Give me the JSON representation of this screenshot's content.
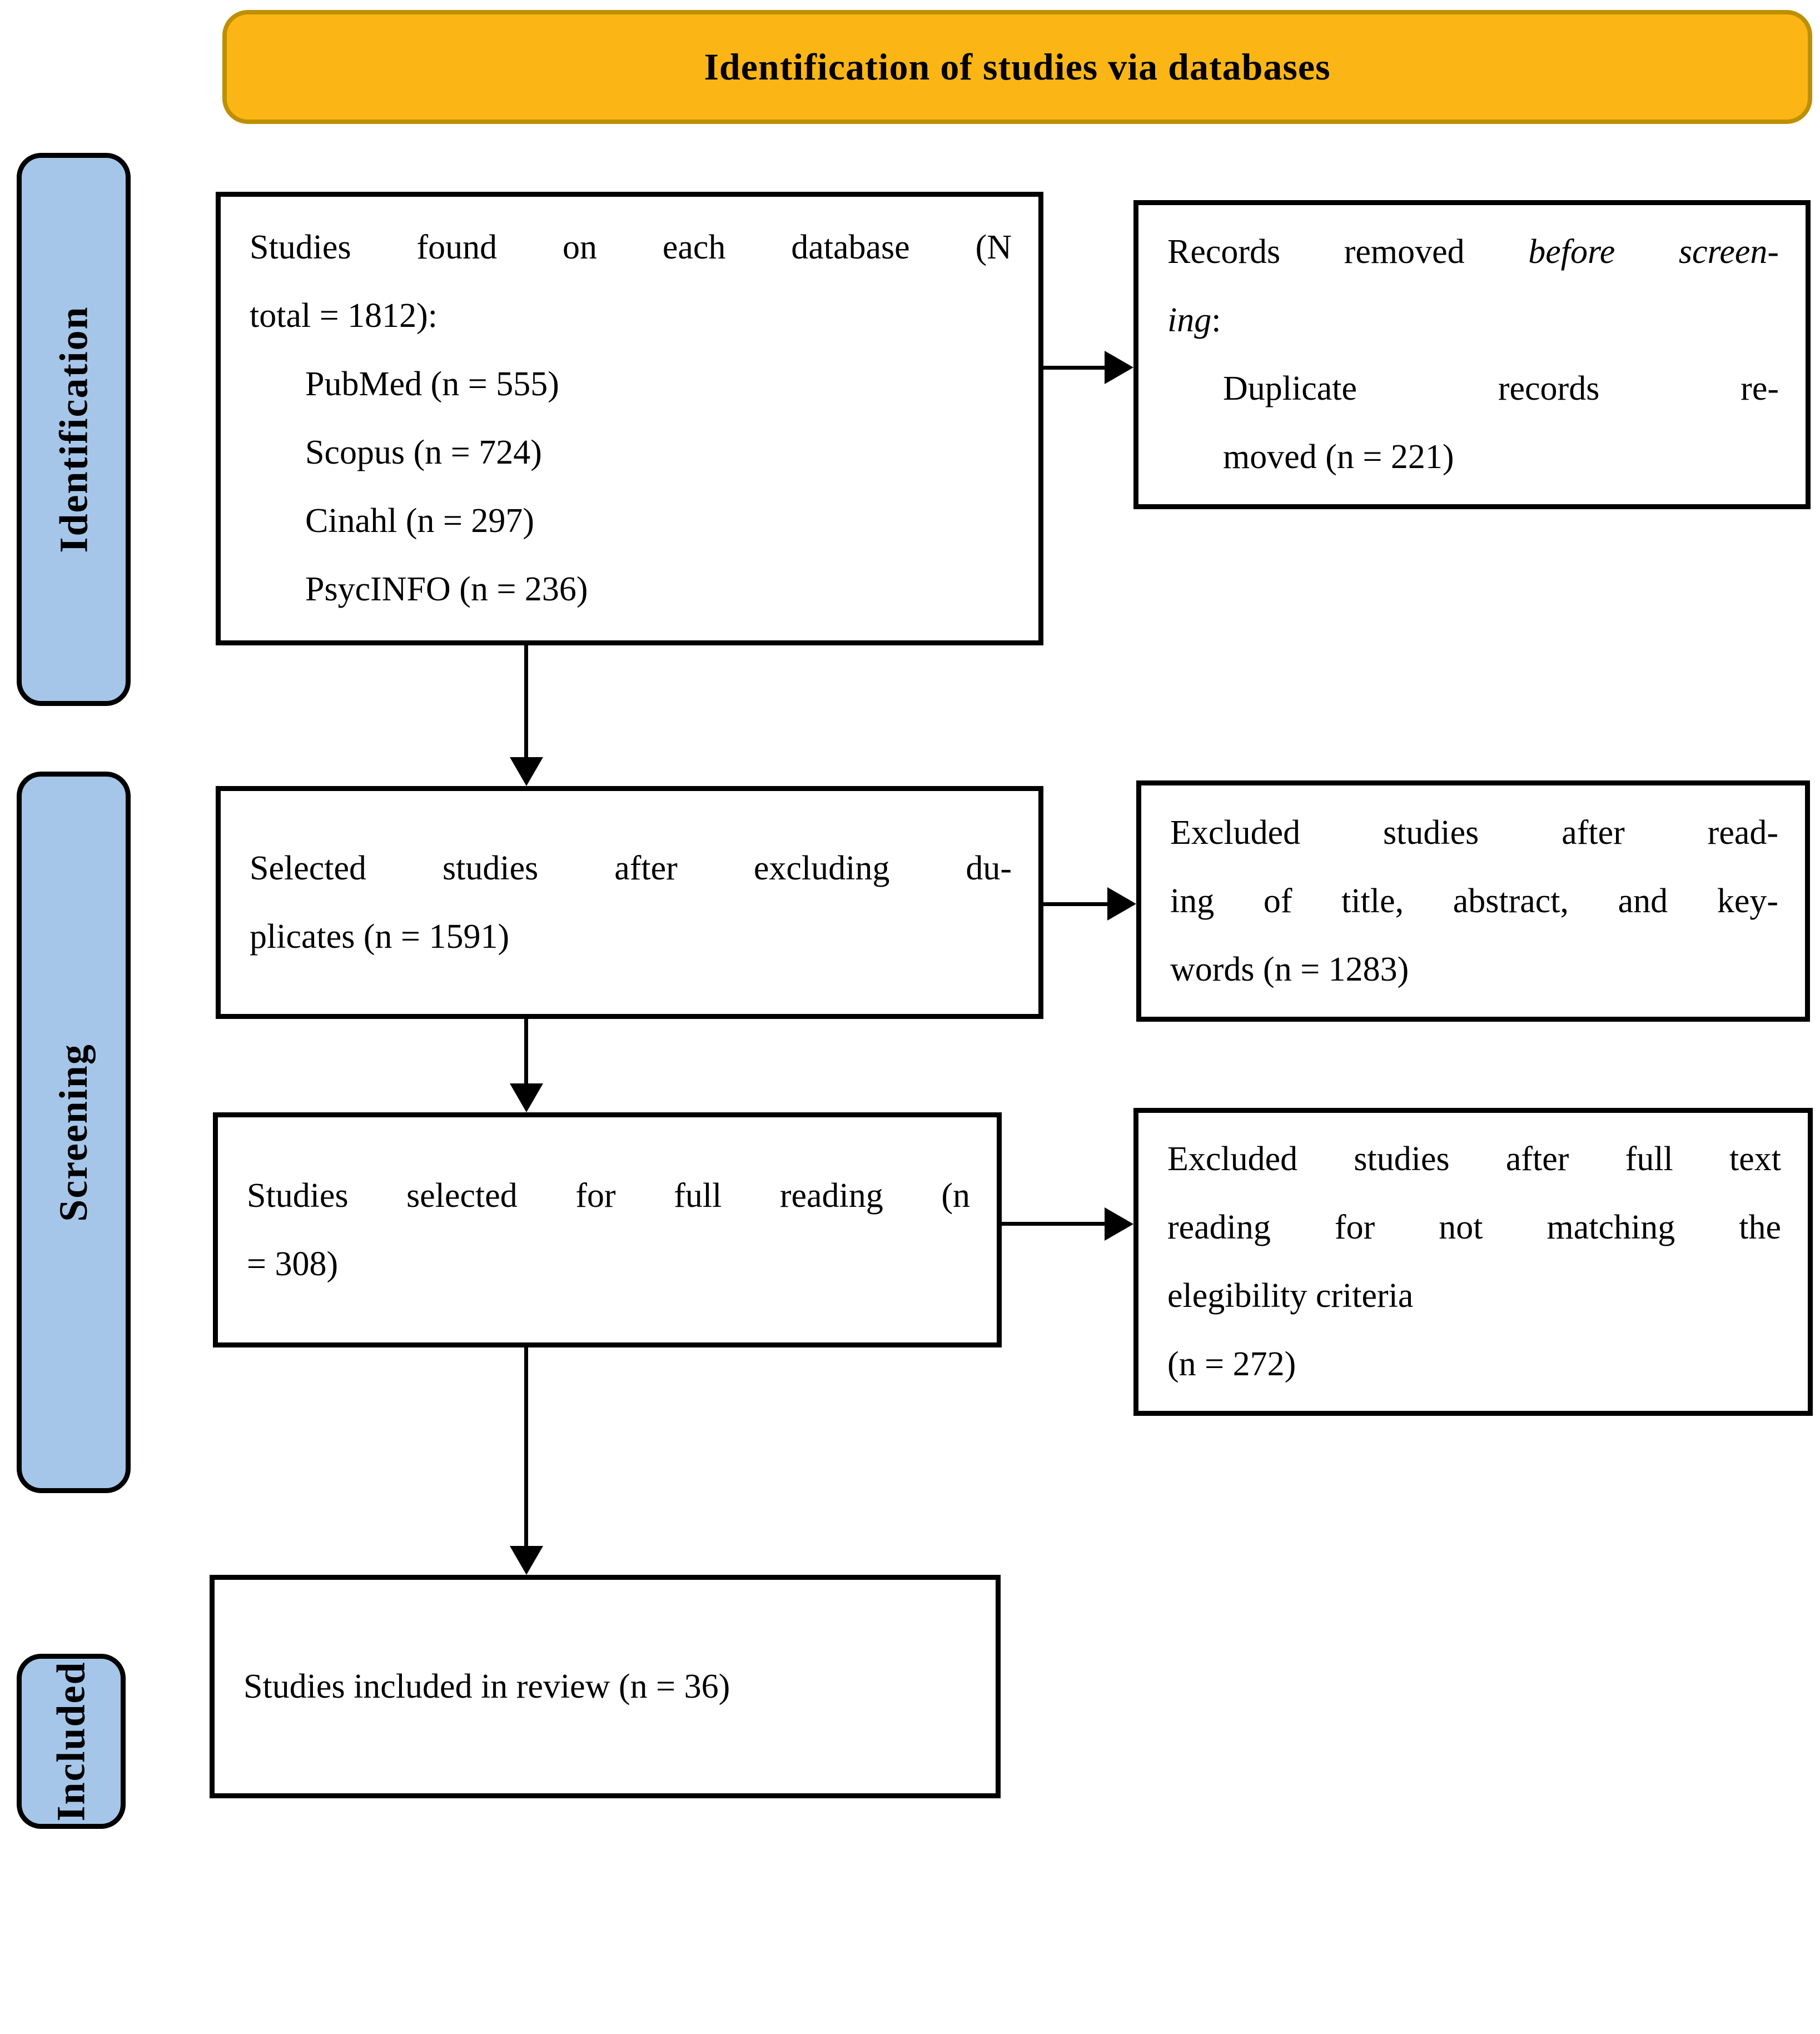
{
  "title": {
    "text": "Identification of studies via databases"
  },
  "stages": [
    {
      "label": "Identification"
    },
    {
      "label": "Screening"
    },
    {
      "label": "Included"
    }
  ],
  "boxes": {
    "found": {
      "lines": [
        {
          "parts": [
            {
              "text": "Studies found on each database (N"
            }
          ],
          "justify": true
        },
        {
          "parts": [
            {
              "text": "total = 1812):"
            }
          ]
        },
        {
          "parts": [
            {
              "text": "PubMed (n = 555)"
            }
          ],
          "indent": true
        },
        {
          "parts": [
            {
              "text": "Scopus (n = 724)"
            }
          ],
          "indent": true
        },
        {
          "parts": [
            {
              "text": "Cinahl (n = 297)"
            }
          ],
          "indent": true
        },
        {
          "parts": [
            {
              "text": "PsycINFO (n = 236)"
            }
          ],
          "indent": true
        }
      ]
    },
    "removed_before_screening": {
      "lines": [
        {
          "parts": [
            {
              "text": "Records removed "
            },
            {
              "text": "before screen-",
              "italic": true
            }
          ],
          "justify": true
        },
        {
          "parts": [
            {
              "text": "ing",
              "italic": true
            },
            {
              "text": ":"
            }
          ]
        },
        {
          "parts": [
            {
              "text": "Duplicate records re-"
            }
          ],
          "indent": true,
          "justify": true
        },
        {
          "parts": [
            {
              "text": "moved (n = 221)"
            }
          ],
          "indent": true
        }
      ]
    },
    "selected_after_duplicates": {
      "lines": [
        {
          "parts": [
            {
              "text": "Selected studies after excluding du-"
            }
          ],
          "justify": true
        },
        {
          "parts": [
            {
              "text": "plicates (n = 1591)"
            }
          ]
        }
      ]
    },
    "excluded_title_abstract_keywords": {
      "lines": [
        {
          "parts": [
            {
              "text": "Excluded studies after read-"
            }
          ],
          "justify": true
        },
        {
          "parts": [
            {
              "text": "ing of title, abstract, and key-"
            }
          ],
          "justify": true
        },
        {
          "parts": [
            {
              "text": "words (n = 1283)"
            }
          ]
        }
      ]
    },
    "full_reading": {
      "lines": [
        {
          "parts": [
            {
              "text": "Studies selected for full reading (n"
            }
          ],
          "justify": true
        },
        {
          "parts": [
            {
              "text": "= 308)"
            }
          ]
        }
      ]
    },
    "excluded_full_text": {
      "lines": [
        {
          "parts": [
            {
              "text": "Excluded studies after full text"
            }
          ],
          "justify": true
        },
        {
          "parts": [
            {
              "text": "reading for not matching the"
            }
          ],
          "justify": true
        },
        {
          "parts": [
            {
              "text": "elegibility criteria"
            }
          ]
        },
        {
          "parts": [
            {
              "text": "(n = 272)"
            }
          ]
        }
      ]
    },
    "included_in_review": {
      "lines": [
        {
          "parts": [
            {
              "text": "Studies included in review (n = 36)"
            }
          ]
        }
      ]
    }
  },
  "colors": {
    "title_bg": "#FBB615",
    "title_border": "#BE8F00",
    "stage_bg": "#A5C6E8",
    "stage_border": "#000000",
    "box_border": "#000000",
    "arrow": "#000000"
  }
}
